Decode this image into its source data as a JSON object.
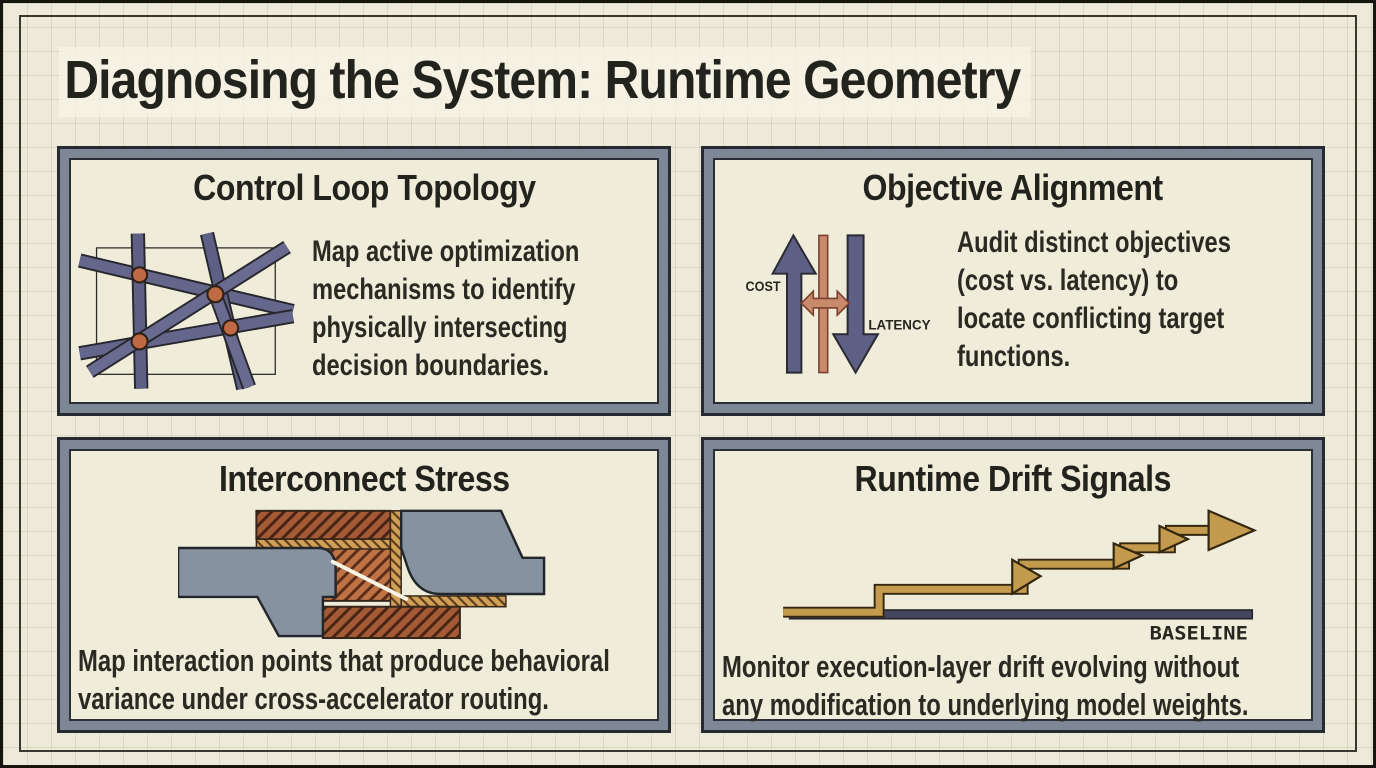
{
  "page": {
    "title": "Diagnosing the System: Runtime Geometry"
  },
  "panels": [
    {
      "title": "Control Loop Topology",
      "diagram": "topology-intersecting-bars",
      "body_lines": [
        "Map active optimization",
        "mechanisms to identify",
        "physically intersecting",
        "decision boundaries."
      ]
    },
    {
      "title": "Objective Alignment",
      "diagram": "opposing-arrows",
      "labels": {
        "cost": "COST",
        "latency": "LATENCY"
      },
      "body_lines": [
        "Audit distinct objectives",
        "(cost vs. latency) to",
        "locate conflicting target",
        "functions."
      ]
    },
    {
      "title": "Interconnect Stress",
      "diagram": "flange-cross-section",
      "body_lines": [
        "Map interaction points that produce behavioral",
        "variance under cross-accelerator routing."
      ]
    },
    {
      "title": "Runtime Drift Signals",
      "diagram": "drift-staircase",
      "labels": {
        "baseline": "BASELINE"
      },
      "body_lines": [
        "Monitor execution-layer drift evolving without",
        "any modification to underlying model weights."
      ]
    }
  ],
  "colors": {
    "page_background": "#edead9",
    "grid_line": "#cdd0bd",
    "panel_background": "#efecda",
    "frame_gray": "#7e8795",
    "frame_dark": "#2b2f35",
    "ink": "#26261f",
    "bar_slate": "#5e5f85",
    "node_orange": "#bf6a44",
    "accent_salmon": "#c98a6c",
    "gasket_gold": "#d2a158",
    "section_brown": "#a55a36",
    "section_orange": "#bf7244",
    "flange_gray": "#8792a0",
    "drift_gold": "#c49a4e",
    "baseline_navy": "#45455e"
  }
}
